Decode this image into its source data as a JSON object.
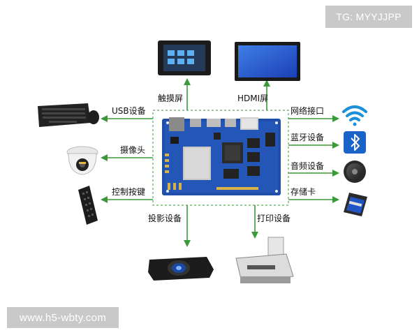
{
  "watermarks": {
    "top_right": "TG: MYYJJPP",
    "bottom_left": "www.h5-wbty.com"
  },
  "labels": {
    "touchscreen": "触摸屏",
    "hdmi_screen": "HDMI屏",
    "usb_device": "USB设备",
    "camera": "摄像头",
    "control_keys": "控制按键",
    "network_port": "网络接口",
    "bluetooth_device": "蓝牙设备",
    "audio_device": "音频设备",
    "memory_card": "存储卡",
    "projector": "投影设备",
    "printer": "打印设备"
  },
  "colors": {
    "arrow": "#3a9a3a",
    "dashed_border": "#5aa95a",
    "board_pcb": "#1f4fa8",
    "wifi_icon": "#1d8fd8",
    "bluetooth_icon": "#1a63c9"
  },
  "icons": [
    "touchscreen-icon",
    "monitor-icon",
    "keyboard-icon",
    "dome-camera-icon",
    "remote-control-icon",
    "wifi-icon",
    "bluetooth-icon",
    "speaker-icon",
    "sd-card-icon",
    "projector-icon",
    "printer-icon",
    "circuit-board-icon"
  ]
}
